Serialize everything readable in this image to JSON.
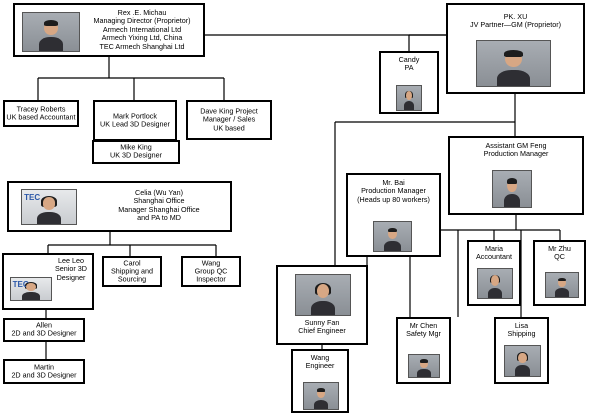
{
  "nodes": {
    "rex": {
      "lines": [
        "Rex .E. Michau",
        "Managing Director (Proprietor)",
        "Armech International Ltd",
        "Armech Yixing Ltd, China",
        "TEC Armech Shanghai Ltd"
      ]
    },
    "tracey": {
      "lines": [
        "Tracey Roberts",
        "UK based Accountant"
      ]
    },
    "mark": {
      "lines": [
        "Mark Portlock",
        "UK Lead 3D Designer"
      ]
    },
    "dave": {
      "lines": [
        "Dave King Project",
        "Manager / Sales",
        "UK based"
      ]
    },
    "mike": {
      "lines": [
        "Mike King",
        "UK 3D Designer"
      ]
    },
    "celia": {
      "lines": [
        "Celia (Wu Yan)",
        "Shanghai Office",
        "Manager Shanghai Office",
        "and PA  to MD"
      ]
    },
    "lee": {
      "lines": [
        "Lee Leo",
        "Senior  3D",
        "Designer"
      ]
    },
    "carol": {
      "lines": [
        "Carol",
        "Shipping and",
        "Sourcing"
      ]
    },
    "wang_qc": {
      "lines": [
        "Wang",
        "Group QC",
        "Inspector"
      ]
    },
    "allen": {
      "lines": [
        "Allen",
        "2D and  3D Designer"
      ]
    },
    "martin": {
      "lines": [
        "Martin",
        "2D and  3D Designer"
      ]
    },
    "candy": {
      "lines": [
        "Candy",
        "PA"
      ]
    },
    "xu": {
      "lines": [
        "PK. XU",
        "JV Partner—GM (Proprietor)"
      ]
    },
    "feng": {
      "lines": [
        "Assistant GM Feng",
        "Production Manager"
      ]
    },
    "bai": {
      "lines": [
        "Mr. Bai",
        "Production Manager",
        "(Heads up 80 workers)"
      ]
    },
    "maria": {
      "lines": [
        "Maria",
        "Accountant"
      ]
    },
    "zhu": {
      "lines": [
        "Mr Zhu",
        "QC"
      ]
    },
    "sunny": {
      "lines": [
        "Sunny Fan",
        "Chief Engineer"
      ]
    },
    "chen": {
      "lines": [
        "Mr Chen",
        "Safety Mgr"
      ]
    },
    "lisa": {
      "lines": [
        "Lisa",
        "Shipping"
      ]
    },
    "wang_eng": {
      "lines": [
        "Wang",
        "Engineer"
      ]
    }
  },
  "photo_logos": {
    "celia": "TEC",
    "lee": "TEC"
  },
  "colors": {
    "line": "#000000",
    "border": "#000000",
    "background": "#ffffff",
    "photo_bg": "#8a8f95",
    "photo_bg_office": "#c9ccd0",
    "skin": "#d7a784",
    "hair": "#1d1d1d",
    "suit": "#2e2e33"
  }
}
